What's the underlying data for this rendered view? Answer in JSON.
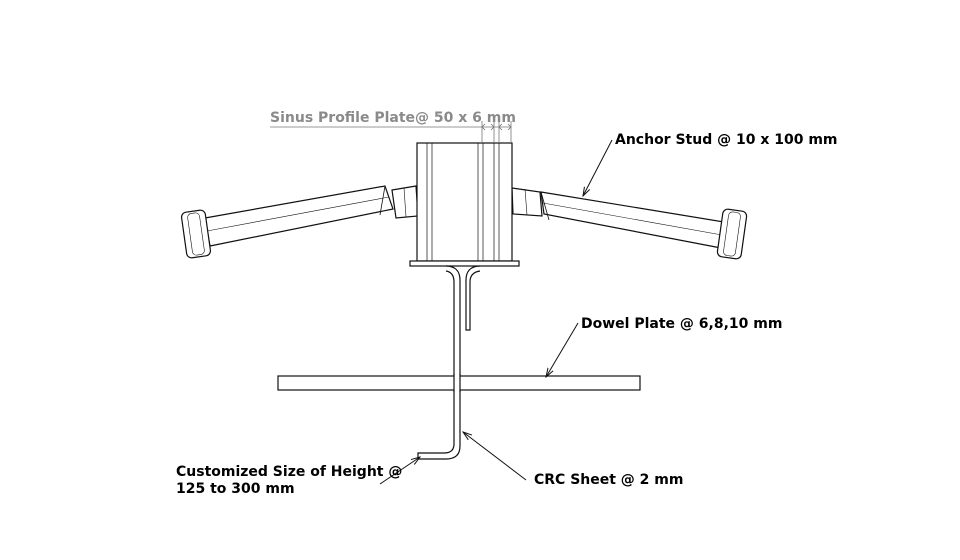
{
  "labels": {
    "sinus_profile": "Sinus Profile Plate@ 50 x 6 mm",
    "anchor_stud": "Anchor Stud @ 10 x 100 mm",
    "dowel_plate": "Dowel Plate @ 6,8,10 mm",
    "height_line1": "Customized Size of Height @",
    "height_line2": "125 to 300 mm",
    "crc_sheet": "CRC Sheet @ 2 mm"
  },
  "colors": {
    "line": "#111111",
    "dimension_label": "#8a8a8a",
    "label": "#000000"
  }
}
